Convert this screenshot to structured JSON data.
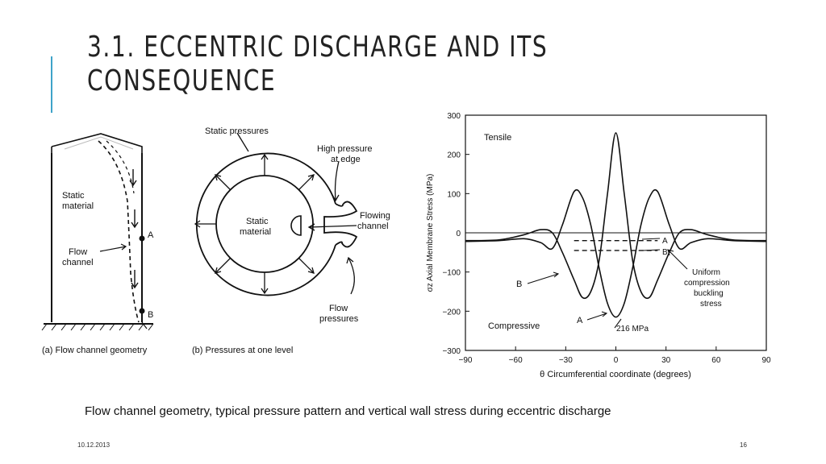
{
  "slide": {
    "title_line1": "3.1. ECCENTRIC DISCHARGE AND ITS",
    "title_line2": "CONSEQUENCE",
    "caption": "Flow channel geometry, typical pressure pattern and vertical wall stress during eccentric discharge",
    "date": "10.12.2013",
    "page_number": "16",
    "accent_color": "#3fa3c9"
  },
  "figure_a": {
    "static_material_line1": "Static",
    "static_material_line2": "material",
    "flow_line1": "Flow",
    "flow_line2": "channel",
    "point_a": "A",
    "point_b": "B",
    "caption": "(a) Flow channel geometry"
  },
  "figure_b": {
    "static_pressures": "Static pressures",
    "high_pressure_line1": "High pressure",
    "high_pressure_line2": "at edge",
    "static_material_line1": "Static",
    "static_material_line2": "material",
    "flowing_line1": "Flowing",
    "flowing_line2": "channel",
    "flow_pressures_line1": "Flow",
    "flow_pressures_line2": "pressures",
    "caption": "(b) Pressures at one level"
  },
  "chart_data": {
    "type": "line",
    "xlabel": "θ Circumferential coordinate (degrees)",
    "ylabel": "σz Axial Membrane Stress (MPa)",
    "xlim": [
      -90,
      90
    ],
    "ylim": [
      -300,
      300
    ],
    "x_ticks": [
      "−90",
      "−60",
      "−30",
      "0",
      "30",
      "60",
      "90"
    ],
    "y_ticks": [
      "300",
      "200",
      "100",
      "0",
      "−100",
      "−200",
      "−300"
    ],
    "annotations": {
      "tensile": "Tensile",
      "compressive": "Compressive",
      "uniform_line1": "Uniform",
      "uniform_line2": "compression",
      "uniform_line3": "buckling",
      "uniform_line4": "stress",
      "peak_label": "216 MPa",
      "label_a": "A",
      "label_b": "B",
      "label_a2": "A",
      "label_b2": "B"
    },
    "series": [
      {
        "name": "A",
        "x": [
          -90,
          -70,
          -55,
          -45,
          -38,
          -32,
          -25,
          -20,
          -15,
          -10,
          -5,
          0,
          5,
          10,
          15,
          20,
          25,
          32,
          38,
          45,
          55,
          70,
          90
        ],
        "values": [
          -20,
          -18,
          -5,
          8,
          0,
          -50,
          -120,
          -165,
          -150,
          -70,
          100,
          255,
          100,
          -70,
          -150,
          -165,
          -120,
          -50,
          0,
          8,
          -5,
          -18,
          -20
        ]
      },
      {
        "name": "B",
        "x": [
          -90,
          -70,
          -55,
          -45,
          -38,
          -32,
          -25,
          -20,
          -15,
          -10,
          -5,
          0,
          5,
          10,
          15,
          20,
          25,
          32,
          38,
          45,
          55,
          70,
          90
        ],
        "values": [
          -22,
          -20,
          -15,
          -25,
          -40,
          20,
          105,
          90,
          20,
          -90,
          -180,
          -215,
          -180,
          -90,
          20,
          90,
          105,
          20,
          -40,
          -25,
          -15,
          -20,
          -22
        ]
      }
    ],
    "reference_lines": [
      {
        "name": "A",
        "y": -20,
        "x_from": -25,
        "x_to": 25
      },
      {
        "name": "B",
        "y": -45,
        "x_from": -25,
        "x_to": 25
      }
    ]
  }
}
